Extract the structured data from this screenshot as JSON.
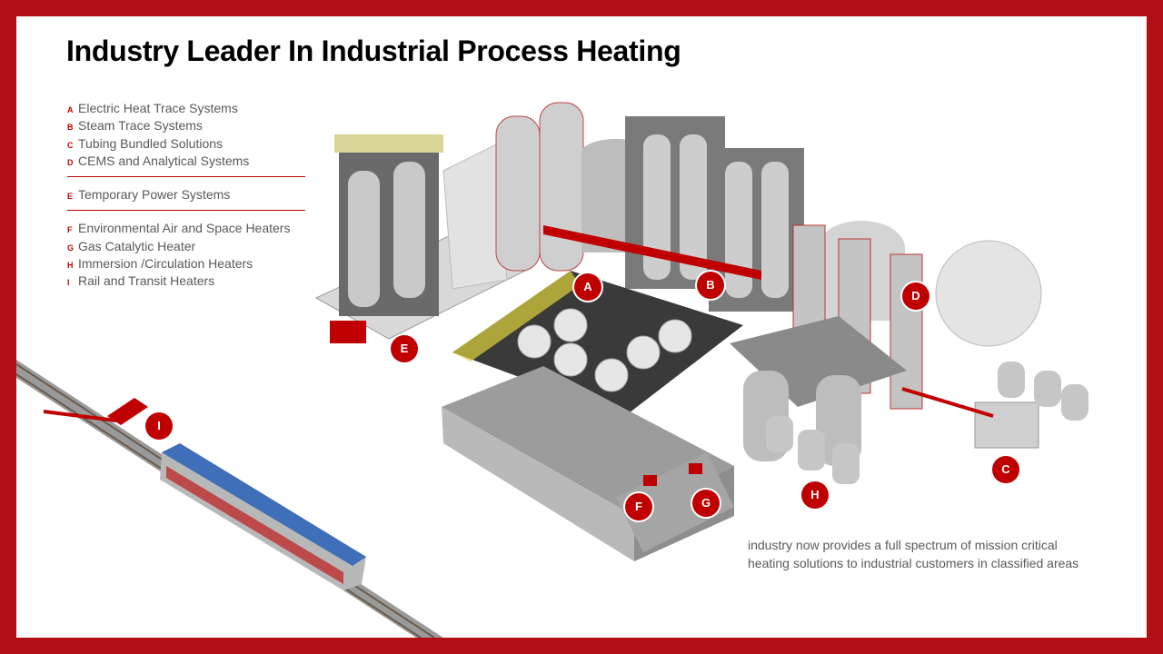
{
  "title": "Industry Leader In Industrial Process Heating",
  "legend": {
    "group1": [
      {
        "key": "A",
        "label": "Electric Heat Trace Systems"
      },
      {
        "key": "B",
        "label": "Steam Trace Systems"
      },
      {
        "key": "C",
        "label": "Tubing Bundled Solutions"
      },
      {
        "key": "D",
        "label": "CEMS and Analytical Systems"
      }
    ],
    "group2": [
      {
        "key": "E",
        "label": "Temporary Power Systems"
      }
    ],
    "group3": [
      {
        "key": "F",
        "label": "Environmental Air and Space Heaters"
      },
      {
        "key": "G",
        "label": "Gas Catalytic Heater"
      },
      {
        "key": "H",
        "label": "Immersion /Circulation Heaters"
      },
      {
        "key": "I",
        "label": "Rail and Transit Heaters"
      }
    ]
  },
  "markers": [
    "A",
    "B",
    "C",
    "D",
    "E",
    "F",
    "G",
    "H",
    "I"
  ],
  "caption": {
    "line1": "industry now provides a full spectrum of  mission critical",
    "line2": "heating  solutions to   industrial customers in classified areas"
  },
  "colors": {
    "accent": "#c00000",
    "border": "#b20f14"
  }
}
